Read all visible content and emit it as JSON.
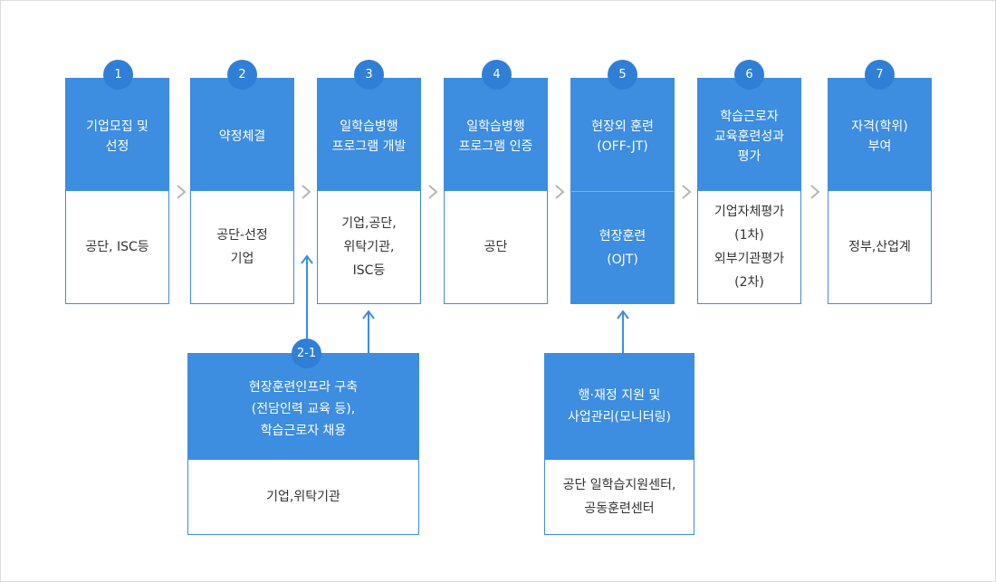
{
  "steps": [
    {
      "num": "1",
      "title": "기업모집 및\n선정",
      "body": "공단, ISC등"
    },
    {
      "num": "2",
      "title": "약정체결",
      "body": "공단-선정\n기업"
    },
    {
      "num": "3",
      "title": "일학습병행\n프로그램 개발",
      "body": "기업,공단,\n위탁기관,\nISC등"
    },
    {
      "num": "4",
      "title": "일학습병행\n프로그램 인증",
      "body": "공단"
    },
    {
      "num": "5",
      "title": "현장외 훈련\n(OFF-JT)",
      "body": "현장훈련\n(OJT)"
    },
    {
      "num": "6",
      "title": "학습근로자\n교육훈련성과\n평가",
      "body": "기업자체평가\n(1차)\n외부기관평가\n(2차)"
    },
    {
      "num": "7",
      "title": "자격(학위)\n부여",
      "body": "정부,산업계"
    }
  ],
  "sub_21": {
    "num": "2-1",
    "title": "현장훈련인프라 구축\n(전담인력 교육 등),\n학습근로자 채용",
    "body": "기업,위탁기관"
  },
  "sub_support": {
    "title": "행·재정 지원 및\n사업관리(모니터링)",
    "body": "공단 일학습지원센터,\n공동훈련센터"
  },
  "colors": {
    "accent": "#3d8de0",
    "badge": "#2f7fd6",
    "chevron": "#b5b5b5"
  },
  "icons": {
    "chevron": "chevron-right-icon",
    "arrow": "arrow-up-icon"
  }
}
